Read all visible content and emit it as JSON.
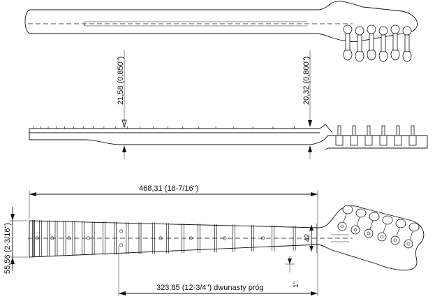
{
  "dimensions": {
    "thickness_12th": "21,58 (0,850\")",
    "thickness_1st": "20,32 (0,800\")",
    "overall_length": "468,31 (18-7/16\")",
    "heel_width": "55,56 (2-3/16\")",
    "scale_half": "323,85 (12-3/4\") dwunasty próg",
    "nut_width": "42",
    "headstock_angle": "1°"
  },
  "neck": {
    "fret_count": 21,
    "inlay_frets_single": [
      3,
      5,
      7,
      9,
      15,
      17,
      19,
      21
    ],
    "inlay_frets_double": [
      12
    ],
    "tuner_count": 6
  }
}
